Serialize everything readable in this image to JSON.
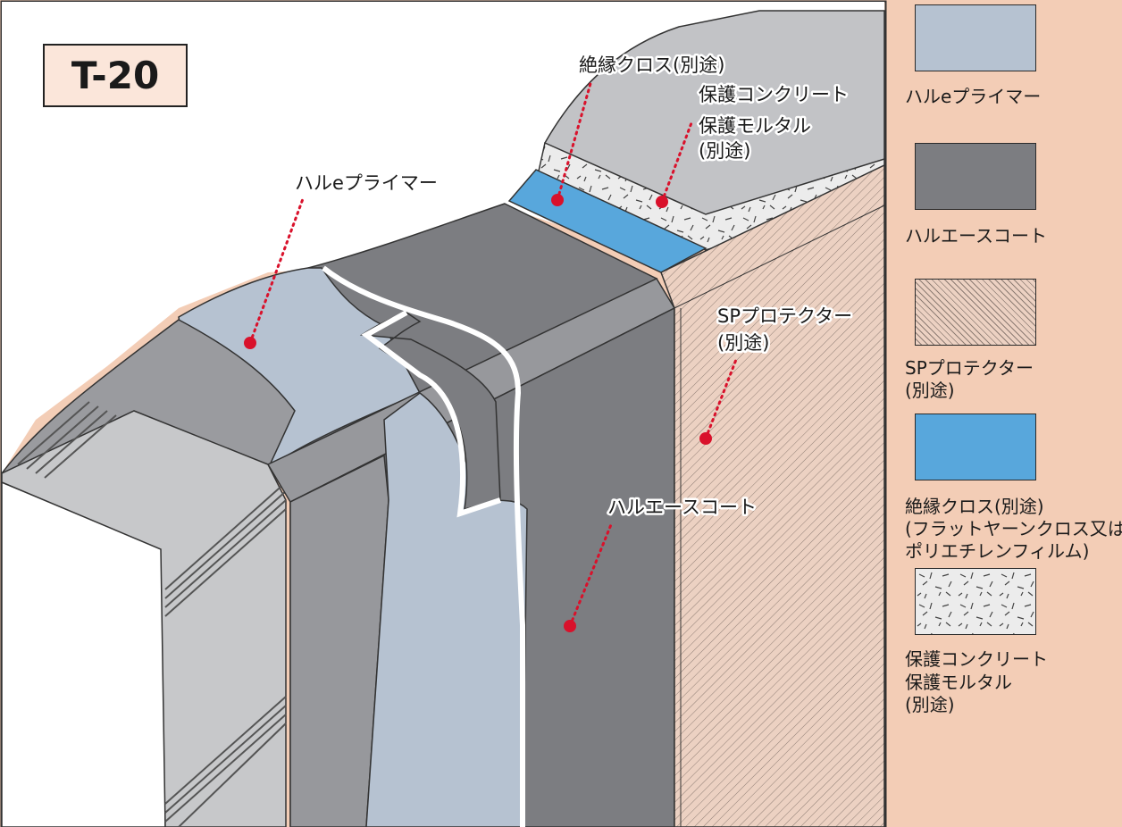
{
  "diagram": {
    "title": "T-20",
    "callouts": {
      "insulation_cloth": "絶縁クロス(別途)",
      "protect_concrete": "保護コンクリート",
      "protect_mortar": "保護モルタル",
      "protect_separate": "(別途)",
      "primer": "ハルeプライマー",
      "sp_protector": "SPプロテクター",
      "sp_separate": "(別途)",
      "ace_coat": "ハルエースコート"
    }
  },
  "legend": {
    "items": [
      {
        "label": "ハルeプライマー",
        "color": "#b6c2d1"
      },
      {
        "label": "ハルエースコート",
        "color": "#7c7d81"
      },
      {
        "label": "SPプロテクター",
        "sub": "(別途)",
        "color": "#e9c9b8"
      },
      {
        "label": "絶縁クロス(別途)",
        "sub": "(フラットヤーンクロス又は",
        "sub2": "ポリエチレンフィルム)",
        "color": "#58a7dc"
      },
      {
        "label": "保護コンクリート",
        "sub": "保護モルタル",
        "sub2": "(別途)",
        "color": "#e8e8e8"
      }
    ]
  },
  "colors": {
    "background": "#f3cdb6",
    "primer": "#b6c2d1",
    "ace_coat": "#7c7d81",
    "ace_coat_light": "#97989c",
    "cloth": "#58a7dc",
    "protector": "#e9c9b8",
    "concrete_top": "#c2c3c6",
    "side_grey": "#c7c8ca",
    "callout_dot": "#d9112b"
  }
}
